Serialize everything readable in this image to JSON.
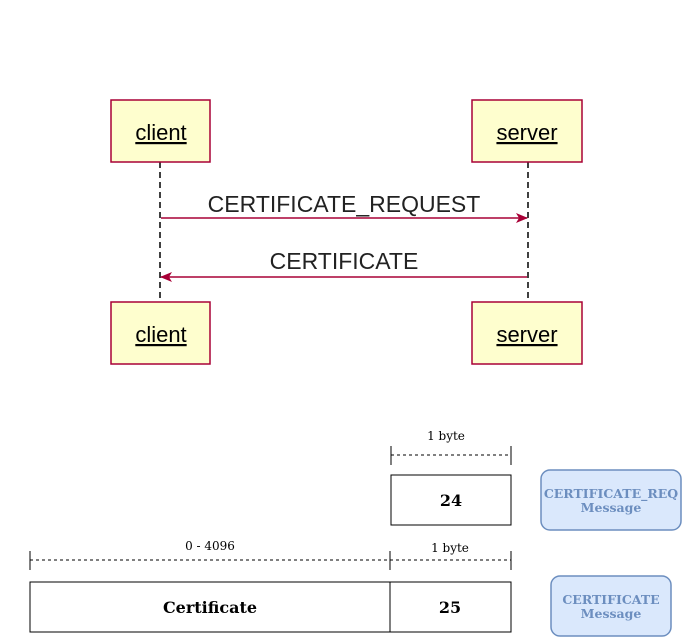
{
  "sequence": {
    "participants": {
      "client": "client",
      "server": "server"
    },
    "messages": [
      {
        "label": "CERTIFICATE_REQUEST",
        "from": "client",
        "to": "server"
      },
      {
        "label": "CERTIFICATE",
        "from": "server",
        "to": "client"
      }
    ]
  },
  "formats": {
    "certificate_request": {
      "size_label": "1 byte",
      "type_value": "24",
      "name_line1": "CERTIFICATE_REQ",
      "name_line2": "Message"
    },
    "certificate": {
      "payload_size_label": "0 - 4096",
      "type_size_label": "1 byte",
      "payload_label": "Certificate",
      "type_value": "25",
      "name_line1": "CERTIFICATE",
      "name_line2": "Message"
    }
  },
  "colors": {
    "participant_fill": "#fefece",
    "participant_border": "#a80036",
    "message_arrow": "#a80036",
    "lifeline": "#000000",
    "message_box_fill": "#dae8fc",
    "message_box_border": "#6c8ebf",
    "message_box_text": "#6c8ebf"
  }
}
